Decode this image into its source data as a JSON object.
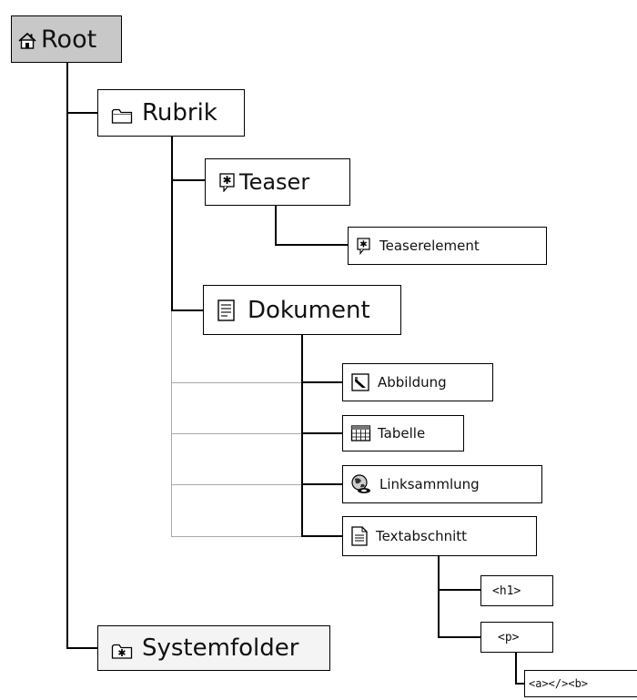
{
  "nodes": {
    "root": "Root",
    "rubrik": "Rubrik",
    "teaser": "Teaser",
    "teaserelement": "Teaserelement",
    "dokument": "Dokument",
    "abbildung": "Abbildung",
    "tabelle": "Tabelle",
    "linksammlung": "Linksammlung",
    "textabschnitt": "Textabschnitt",
    "h1": "<h1>",
    "p": "<p>",
    "inline": "<a></><b>",
    "systemfolder": "Systemfolder"
  },
  "icons": {
    "root": "home-icon",
    "rubrik": "folder-icon",
    "teaser": "teaser-icon",
    "teaserelement": "teaser-icon",
    "dokument": "document-icon",
    "abbildung": "image-icon",
    "tabelle": "table-icon",
    "linksammlung": "globe-link-icon",
    "textabschnitt": "text-page-icon",
    "systemfolder": "system-folder-icon"
  },
  "colors": {
    "root_background": "#c8c8c8",
    "connector": "#000000",
    "secondary_connector": "#a9a9a9"
  }
}
